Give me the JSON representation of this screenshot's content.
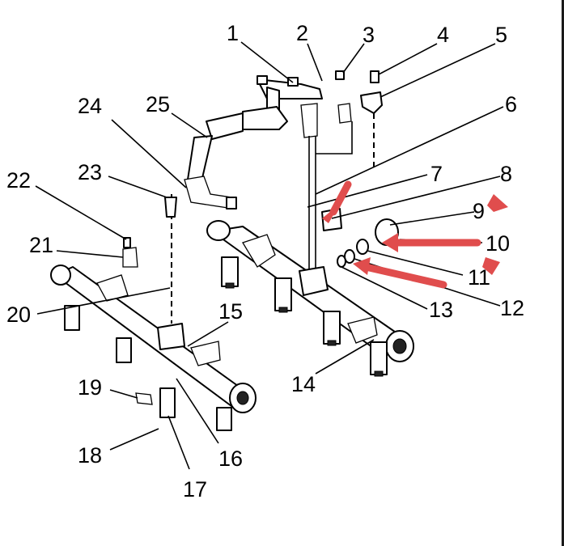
{
  "diagram": {
    "callouts": [
      {
        "id": "1",
        "text": "1"
      },
      {
        "id": "2",
        "text": "2"
      },
      {
        "id": "3",
        "text": "3"
      },
      {
        "id": "4",
        "text": "4"
      },
      {
        "id": "5",
        "text": "5"
      },
      {
        "id": "6",
        "text": "6"
      },
      {
        "id": "7",
        "text": "7"
      },
      {
        "id": "8",
        "text": "8"
      },
      {
        "id": "9",
        "text": "9"
      },
      {
        "id": "10",
        "text": "10"
      },
      {
        "id": "11",
        "text": "11"
      },
      {
        "id": "12",
        "text": "12"
      },
      {
        "id": "13",
        "text": "13"
      },
      {
        "id": "14",
        "text": "14"
      },
      {
        "id": "15",
        "text": "15"
      },
      {
        "id": "16",
        "text": "16"
      },
      {
        "id": "17",
        "text": "17"
      },
      {
        "id": "18",
        "text": "18"
      },
      {
        "id": "19",
        "text": "19"
      },
      {
        "id": "20",
        "text": "20"
      },
      {
        "id": "21",
        "text": "21"
      },
      {
        "id": "22",
        "text": "22"
      },
      {
        "id": "23",
        "text": "23"
      },
      {
        "id": "24",
        "text": "24"
      },
      {
        "id": "25",
        "text": "25"
      }
    ],
    "annotation_color": "#e04d4d",
    "annotation_arrow_count": 5
  }
}
